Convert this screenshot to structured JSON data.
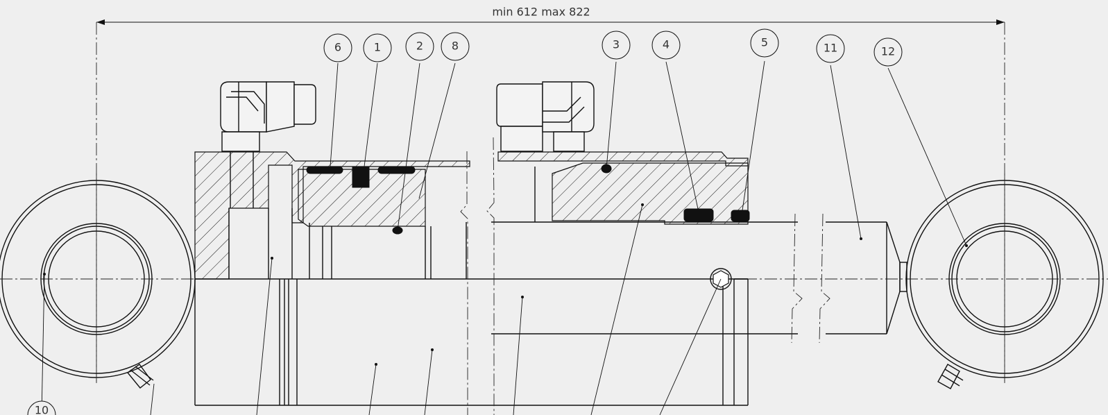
{
  "dimension": {
    "text": "min 612    max 822"
  },
  "callouts": [
    {
      "id": "6",
      "label": "6"
    },
    {
      "id": "1",
      "label": "1"
    },
    {
      "id": "2",
      "label": "2"
    },
    {
      "id": "8",
      "label": "8"
    },
    {
      "id": "3",
      "label": "3"
    },
    {
      "id": "4",
      "label": "4"
    },
    {
      "id": "5",
      "label": "5"
    },
    {
      "id": "11",
      "label": "11"
    },
    {
      "id": "12",
      "label": "12"
    },
    {
      "id": "10",
      "label": "10"
    }
  ],
  "colors": {
    "background": "#efefef",
    "line": "#111111",
    "seal": "#111111"
  }
}
